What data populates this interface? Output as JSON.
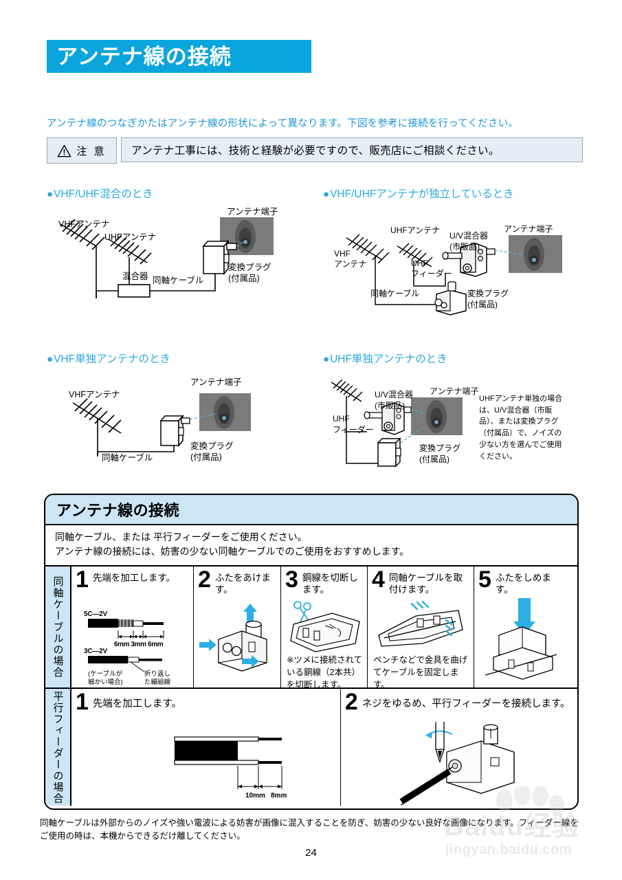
{
  "header": {
    "title": "アンテナ線の接続"
  },
  "intro": "アンテナ線のつなぎかたはアンテナ線の形状によって異なります。下図を参考に接続を行ってください。",
  "caution": {
    "label": "注 意",
    "icon": "warning-triangle-icon",
    "message": "アンテナ工事には、技術と経験が必要ですので、販売店にご相談ください。"
  },
  "sections": [
    {
      "id": "vhf-uhf-mixed",
      "heading": "VHF/UHF混合のとき",
      "labels": {
        "vhf_antenna": "VHFアンテナ",
        "uhf_antenna": "UHFアンテナ",
        "mixer": "混合器",
        "coax": "同軸ケーブル",
        "antenna_terminal": "アンテナ端子",
        "plug_l1": "変換プラグ",
        "plug_l2": "(付属品)"
      }
    },
    {
      "id": "vhf-uhf-independent",
      "heading": "VHF/UHFアンテナが独立しているとき",
      "labels": {
        "uhf_antenna": "UHFアンテナ",
        "vhf_antenna_l1": "VHF",
        "vhf_antenna_l2": "アンテナ",
        "uhf_feeder_l1": "UHF",
        "uhf_feeder_l2": "フィーダー",
        "uv_mixer_l1": "U/V混合器",
        "uv_mixer_l2": "(市販品)",
        "antenna_terminal": "アンテナ端子",
        "coax": "同軸ケーブル",
        "plug_l1": "変換プラグ",
        "plug_l2": "(付属品)"
      }
    },
    {
      "id": "vhf-only",
      "heading": "VHF単独アンテナのとき",
      "labels": {
        "vhf_antenna": "VHFアンテナ",
        "antenna_terminal": "アンテナ端子",
        "coax": "同軸ケーブル",
        "plug_l1": "変換プラグ",
        "plug_l2": "(付属品)"
      }
    },
    {
      "id": "uhf-only",
      "heading": "UHF単独アンテナのとき",
      "labels": {
        "uv_mixer_l1": "U/V混合器",
        "uv_mixer_l2": "(市販品)",
        "antenna_terminal": "アンテナ端子",
        "uhf_feeder_l1": "UHF",
        "uhf_feeder_l2": "フィーダー",
        "plug_l1": "変換プラグ",
        "plug_l2": "(付属品)"
      },
      "note": "UHFアンテナ単独の場合は、U/V混合器（市販品）、または変換プラグ（付属品）で、ノイズの少ない方を選んでご使用ください。"
    }
  ],
  "panel": {
    "title": "アンテナ線の接続",
    "lead_line1": "同軸ケーブル、または 平行フィーダーをご使用ください。",
    "lead_line2": "アンテナ線の接続には、妨害の少ない同軸ケーブルでのご使用をおすすめします。",
    "rows": [
      {
        "label": "同軸ケーブルの場合",
        "steps": [
          {
            "number": "1",
            "text": "先端を加工します。",
            "art": "coax-strip-diagram",
            "art_labels": {
              "cable5": "5C—2V",
              "dims": "6mm 3mm 6mm",
              "cable3": "3C—2V",
              "note_l1": "(ケーブルが",
              "note_l2": "細かい場合)",
              "braid_l1": "折り返し",
              "braid_l2": "た編組線"
            }
          },
          {
            "number": "2",
            "text": "ふたをあけます。",
            "art": "open-cover-diagram"
          },
          {
            "number": "3",
            "text": "銅線を切断します。",
            "art": "cut-wire-scissors-diagram",
            "note": "※ツメに接続されている銅線（2本共）を切断します。"
          },
          {
            "number": "4",
            "text": "同軸ケーブルを取付けます。",
            "art": "attach-coax-diagram",
            "note": "ペンチなどで金具を曲げてケーブルを固定します。"
          },
          {
            "number": "5",
            "text": "ふたをしめます。",
            "art": "close-cover-diagram"
          }
        ]
      },
      {
        "label": "平行フィーダーの場合",
        "steps": [
          {
            "number": "1",
            "text": "先端を加工します。",
            "art": "feeder-strip-diagram",
            "art_labels": {
              "dims_a": "10mm",
              "dims_b": "8mm"
            }
          },
          {
            "number": "2",
            "text": "ネジをゆるめ、平行フィーダーを接続します。",
            "art": "screw-feeder-diagram"
          }
        ]
      }
    ]
  },
  "footer": {
    "line1": "同軸ケーブルは外部からのノイズや強い電波による妨害が画像に混入することを防ぎ、妨害の少ない良好な画像になります。フィーダー線を",
    "line2": "ご使用の時は、本機からできるだけ離してください。",
    "page_number": "24"
  },
  "watermark": {
    "brand": "Baidu经验",
    "url": "jingyan.baidu.com"
  },
  "colors": {
    "header_bg": "#0BA5DE",
    "accent_blue": "#29A8DF",
    "panel_title_bg": "#CDE6F5",
    "caution_bg": "#E5EEF6",
    "arrow_cyan": "#2CAEE0"
  }
}
